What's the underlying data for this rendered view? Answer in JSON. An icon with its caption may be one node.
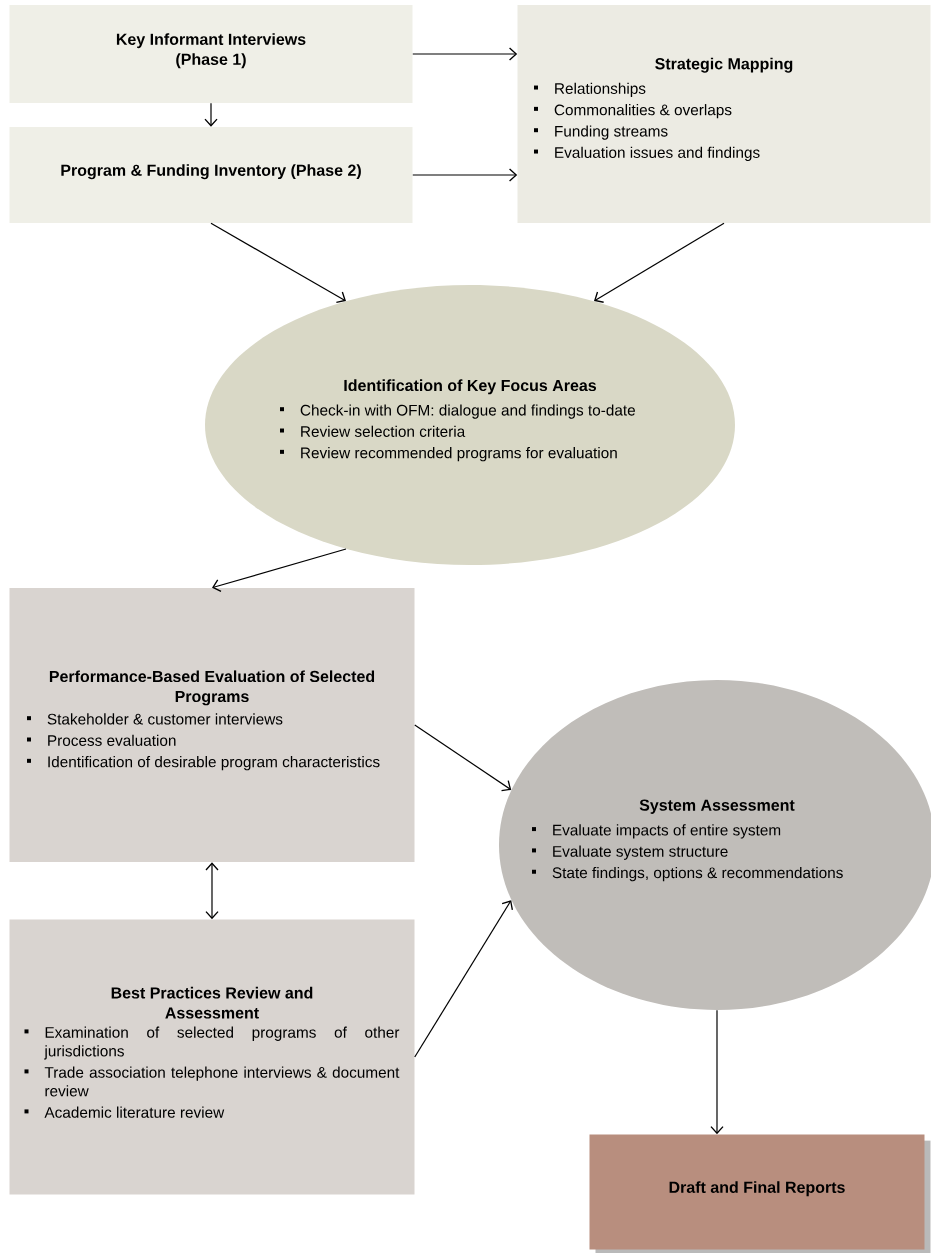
{
  "diagram": {
    "nodes": [
      {
        "text": [
          "Key Informant Interviews (Phase 1)"
        ]
      },
      {
        "text": [
          "Program & Funding Inventory (Phase 2)"
        ]
      },
      {
        "text": [
          "Strategic Mapping",
          "Relationships",
          "Commonalities & overlaps",
          "Funding streams",
          "Evaluation issues and findings"
        ]
      },
      {
        "text": [
          "Identification of Key Focus Areas",
          "Check-in with OFM: dialogue and findings to-date",
          "Review selection criteria",
          "Review recommended programs for evaluation"
        ]
      },
      {
        "text": [
          "Performance-Based Evaluation of Selected Programs",
          "Stakeholder & customer interviews",
          "Process evaluation",
          "Identification of desirable program characteristics"
        ]
      },
      {
        "text": [
          "Best Practices Review and Assessment",
          "Examination of selected programs of other jurisdictions",
          "Trade association telephone interviews & document review",
          "Academic literature review"
        ]
      },
      {
        "text": [
          "System Assessment",
          "Evaluate impacts of entire system",
          "Evaluate system structure",
          "State findings, options & recommendations"
        ]
      },
      {
        "text": [
          "Draft and Final Reports"
        ]
      }
    ],
    "edges": [
      {
        "from": 0,
        "to": 2,
        "arrow": "to"
      },
      {
        "from": 0,
        "to": 1,
        "arrow": "to"
      },
      {
        "from": 1,
        "to": 2,
        "arrow": "to"
      },
      {
        "from": 1,
        "to": 3,
        "arrow": "to"
      },
      {
        "from": 2,
        "to": 3,
        "arrow": "to"
      },
      {
        "from": 3,
        "to": 4,
        "arrow": "to"
      },
      {
        "from": 4,
        "to": 5,
        "arrow": "both"
      },
      {
        "from": 4,
        "to": 6,
        "arrow": "to"
      },
      {
        "from": 5,
        "to": 6,
        "arrow": "to"
      },
      {
        "from": 6,
        "to": 7,
        "arrow": "to"
      }
    ]
  }
}
